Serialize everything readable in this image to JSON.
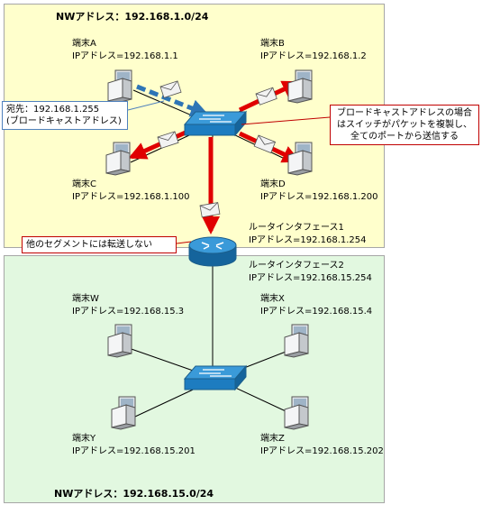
{
  "networks": {
    "top": {
      "title": "NWアドレス：192.168.1.0/24"
    },
    "bottom": {
      "title": "NWアドレス：192.168.15.0/24"
    }
  },
  "hosts": {
    "a": {
      "name": "端末A",
      "ip": "IPアドレス=192.168.1.1"
    },
    "b": {
      "name": "端末B",
      "ip": "IPアドレス=192.168.1.2"
    },
    "c": {
      "name": "端末C",
      "ip": "IPアドレス=192.168.1.100"
    },
    "d": {
      "name": "端末D",
      "ip": "IPアドレス=192.168.1.200"
    },
    "w": {
      "name": "端末W",
      "ip": "IPアドレス=192.168.15.3"
    },
    "x": {
      "name": "端末X",
      "ip": "IPアドレス=192.168.15.4"
    },
    "y": {
      "name": "端末Y",
      "ip": "IPアドレス=192.168.15.201"
    },
    "z": {
      "name": "端末Z",
      "ip": "IPアドレス=192.168.15.202"
    }
  },
  "router": {
    "if1": {
      "name": "ルータインタフェース1",
      "ip": "IPアドレス=192.168.1.254"
    },
    "if2": {
      "name": "ルータインタフェース2",
      "ip": "IPアドレス=192.168.15.254"
    }
  },
  "callouts": {
    "destination": {
      "line1": "宛先：192.168.1.255",
      "line2": "(ブロードキャストアドレス)"
    },
    "switch_note": {
      "line1": "ブロードキャストアドレスの場合",
      "line2": "はスイッチがパケットを複製し、",
      "line3": "全てのポートから送信する"
    },
    "router_note": {
      "line1": "他のセグメントには転送しない"
    }
  },
  "colors": {
    "top_zone": "#ffffcc",
    "bottom_zone": "#e2f8e0",
    "arrow_red": "#e00000",
    "arrow_blue": "#2e75b6",
    "device_blue": "#1f8fd0"
  }
}
